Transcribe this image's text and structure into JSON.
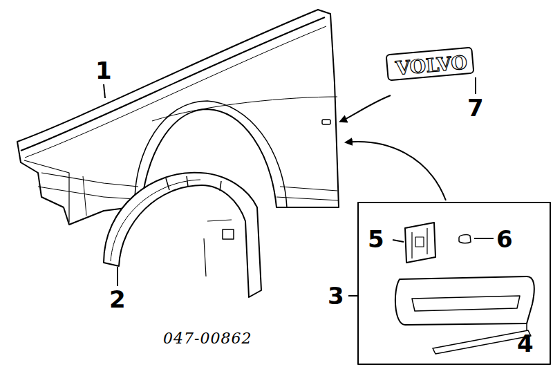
{
  "diagram": {
    "nodes": [
      {
        "text": [
          "VOLVO"
        ]
      }
    ],
    "labels": [
      "1",
      "7",
      "2",
      "3",
      "5",
      "6",
      "4",
      "047-00862"
    ]
  }
}
